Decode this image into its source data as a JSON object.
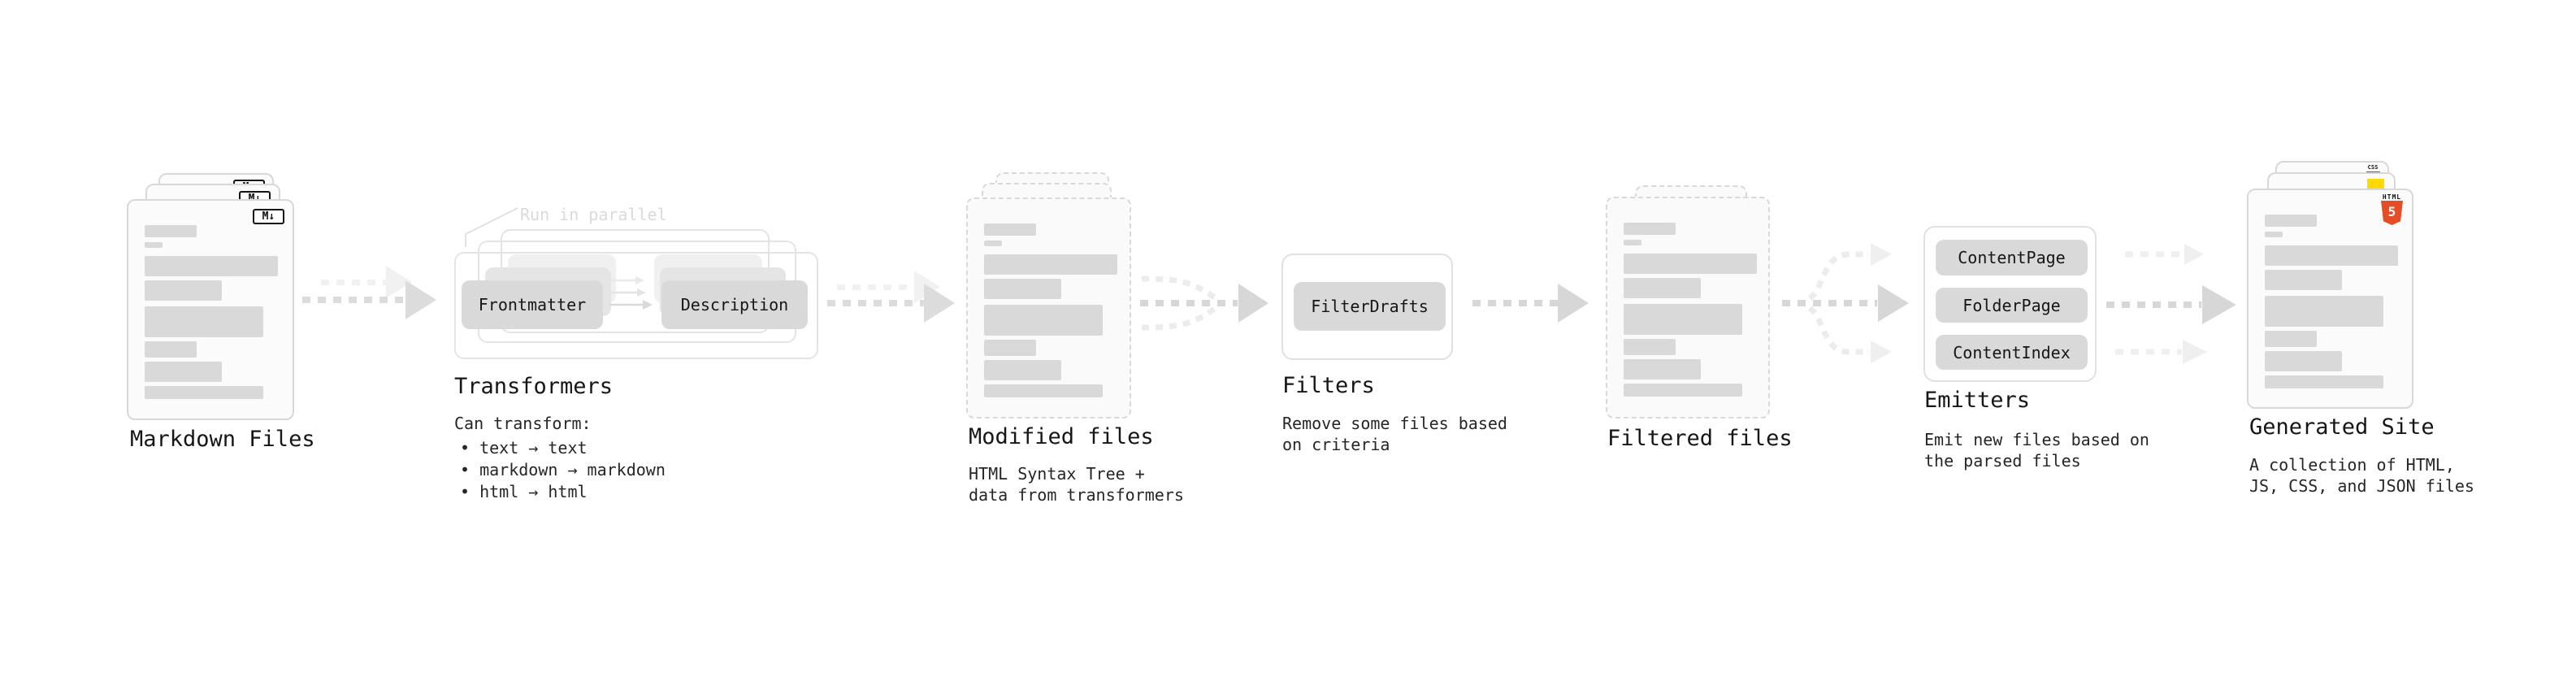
{
  "stages": {
    "markdown": {
      "title": "Markdown Files",
      "badge": "M↓"
    },
    "transformers": {
      "note": "Run in parallel",
      "frontmatter": "Frontmatter",
      "description": "Description",
      "title": "Transformers",
      "desc_heading": "Can transform:",
      "bullets": [
        "• text → text",
        "• markdown → markdown",
        "• html → html"
      ]
    },
    "modified": {
      "title": "Modified files",
      "desc": [
        "HTML Syntax Tree +",
        "data from transformers"
      ]
    },
    "filters": {
      "title": "Filters",
      "button": "FilterDrafts",
      "desc": [
        "Remove some files based",
        "on criteria"
      ]
    },
    "filtered": {
      "title": "Filtered files"
    },
    "emitters": {
      "title": "Emitters",
      "buttons": [
        "ContentPage",
        "FolderPage",
        "ContentIndex"
      ],
      "desc": [
        "Emit new files based on",
        "the parsed files"
      ]
    },
    "generated": {
      "title": "Generated Site",
      "desc": [
        "A collection of HTML,",
        "JS, CSS, and JSON files"
      ],
      "badge_html_label": "HTML",
      "badge_html_number": "5",
      "badge_css": "CSS"
    }
  },
  "colors": {
    "html5_orange": "#e44d26",
    "js_yellow": "#ffd900",
    "css_blue": "#2965f1",
    "node_gray": "#d9d9d9",
    "arrow_gray": "#d7d7d7",
    "arrow_light": "#efefef"
  }
}
